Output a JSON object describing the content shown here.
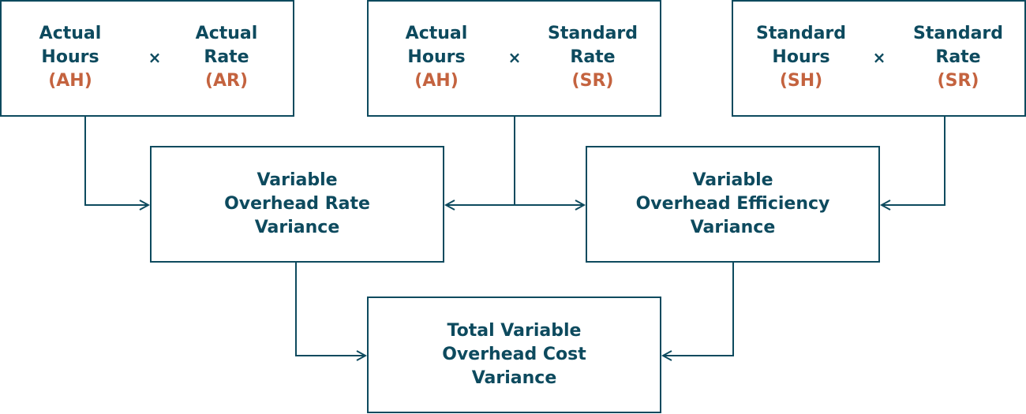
{
  "colors": {
    "primary": "#0d4a5e",
    "accent": "#c4633f",
    "background": "#ffffff"
  },
  "top_boxes": [
    {
      "left": {
        "line1": "Actual",
        "line2": "Hours",
        "abbr": "(AH)"
      },
      "operator": "×",
      "right": {
        "line1": "Actual",
        "line2": "Rate",
        "abbr": "(AR)"
      }
    },
    {
      "left": {
        "line1": "Actual",
        "line2": "Hours",
        "abbr": "(AH)"
      },
      "operator": "×",
      "right": {
        "line1": "Standard",
        "line2": "Rate",
        "abbr": "(SR)"
      }
    },
    {
      "left": {
        "line1": "Standard",
        "line2": "Hours",
        "abbr": "(SH)"
      },
      "operator": "×",
      "right": {
        "line1": "Standard",
        "line2": "Rate",
        "abbr": "(SR)"
      }
    }
  ],
  "rate_variance": {
    "line1": "Variable",
    "line2": "Overhead Rate",
    "line3": "Variance"
  },
  "efficiency_variance": {
    "line1": "Variable",
    "line2": "Overhead Efficiency",
    "line3": "Variance"
  },
  "total_variance": {
    "line1": "Total Variable",
    "line2": "Overhead Cost",
    "line3": "Variance"
  }
}
